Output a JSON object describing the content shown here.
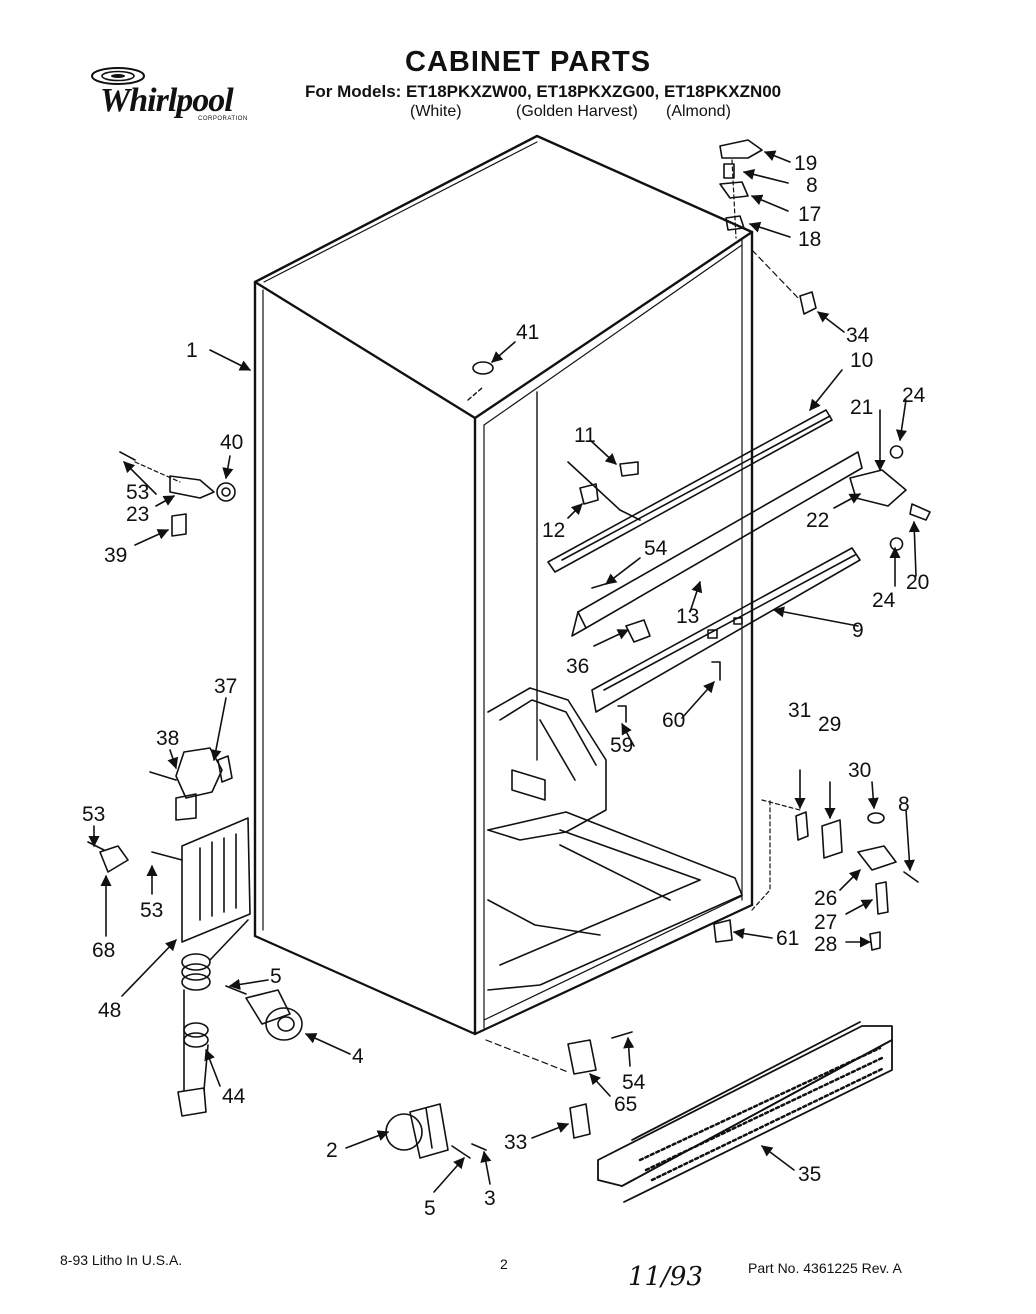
{
  "header": {
    "logo_text": "Whirlpool",
    "logo_sub": "CORPORATION",
    "title": "CABINET PARTS",
    "models_line": "For Models: ET18PKXZW00, ET18PKXZG00, ET18PKXZN00",
    "colors": [
      "(White)",
      "(Golden Harvest)",
      "(Almond)"
    ]
  },
  "callouts": {
    "c1": "1",
    "c2": "2",
    "c3": "3",
    "c4": "4",
    "c5a": "5",
    "c5b": "5",
    "c8a": "8",
    "c8b": "8",
    "c9": "9",
    "c10": "10",
    "c11": "11",
    "c12": "12",
    "c13": "13",
    "c17": "17",
    "c18": "18",
    "c19": "19",
    "c20": "20",
    "c21": "21",
    "c22": "22",
    "c23": "23",
    "c24a": "24",
    "c24b": "24",
    "c26": "26",
    "c27": "27",
    "c28": "28",
    "c29": "29",
    "c30": "30",
    "c31": "31",
    "c33": "33",
    "c34": "34",
    "c35": "35",
    "c36": "36",
    "c37": "37",
    "c38": "38",
    "c39": "39",
    "c40": "40",
    "c41": "41",
    "c44": "44",
    "c48": "48",
    "c53a": "53",
    "c53b": "53",
    "c53c": "53",
    "c54a": "54",
    "c54b": "54",
    "c59": "59",
    "c60": "60",
    "c61": "61",
    "c65": "65",
    "c68": "68"
  },
  "footer": {
    "left": "8-93 Litho In U.S.A.",
    "page": "2",
    "handwritten": "11/93",
    "part_no": "Part No. 4361225 Rev. A"
  }
}
